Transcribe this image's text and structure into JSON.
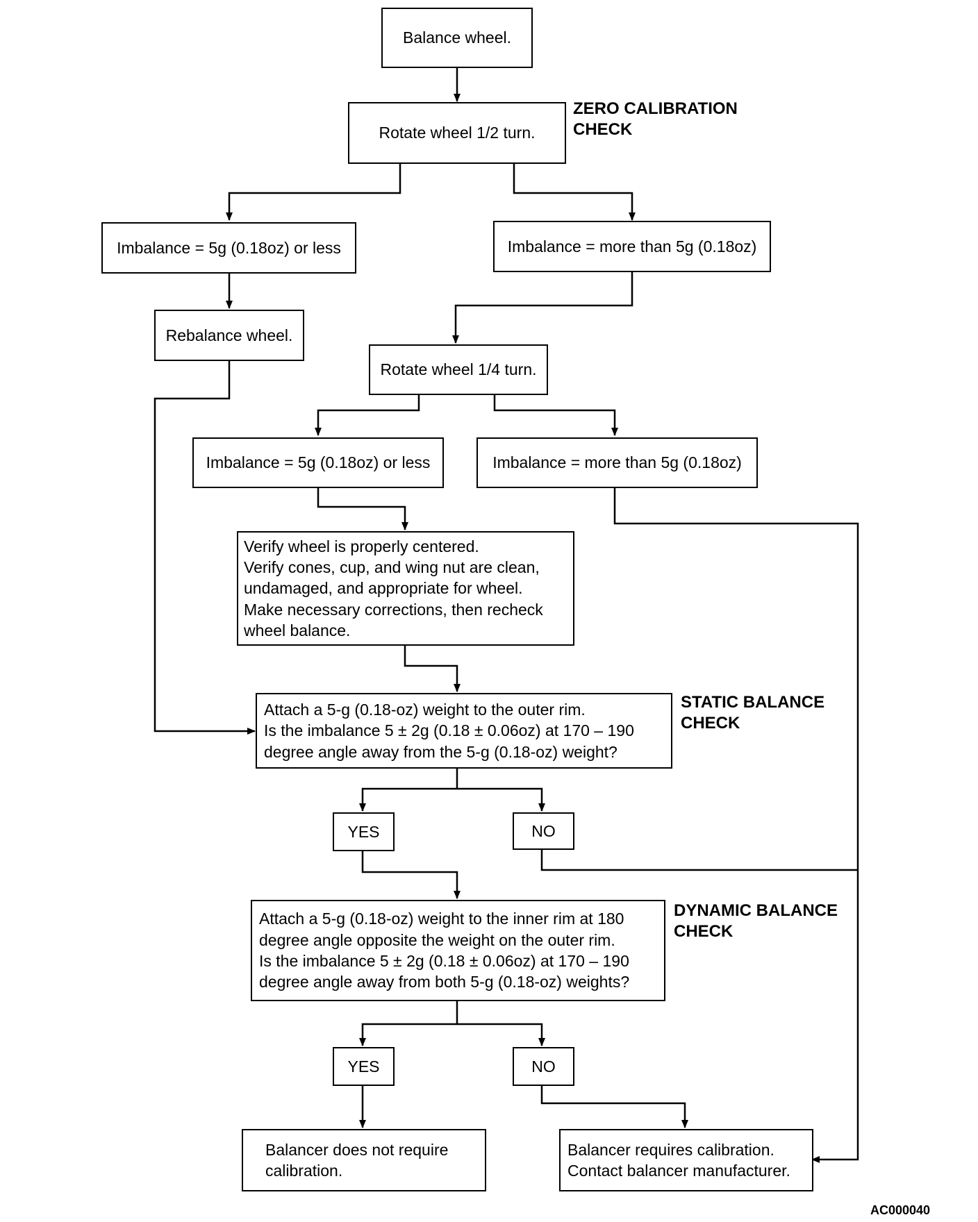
{
  "flowchart": {
    "nodes": {
      "balance_wheel": "Balance wheel.",
      "rotate_half": "Rotate wheel 1/2 turn.",
      "imb_less_1": "Imbalance = 5g (0.18oz) or less",
      "imb_more_1": "Imbalance = more than 5g (0.18oz)",
      "rebalance": "Rebalance wheel.",
      "rotate_quarter": "Rotate wheel 1/4 turn.",
      "imb_less_2": "Imbalance = 5g (0.18oz) or less",
      "imb_more_2": "Imbalance = more than 5g (0.18oz)",
      "verify": "Verify wheel is properly centered.\nVerify cones, cup, and wing nut are clean,\nundamaged, and appropriate for wheel.\nMake necessary corrections, then recheck\nwheel balance.",
      "static_check": "Attach a 5-g (0.18-oz) weight to the outer rim.\nIs the imbalance 5 ± 2g (0.18 ± 0.06oz) at 170 – 190\ndegree angle away from the 5-g (0.18-oz) weight?",
      "yes_1": "YES",
      "no_1": "NO",
      "dynamic_check": "Attach a 5-g (0.18-oz) weight to the inner rim at 180\ndegree angle opposite the weight on the outer rim.\nIs the imbalance 5 ± 2g (0.18 ± 0.06oz) at 170 – 190\ndegree angle away from both 5-g (0.18-oz) weights?",
      "yes_2": "YES",
      "no_2": "NO",
      "no_calibration": "Balancer does not require\ncalibration.",
      "calibration": "Balancer requires calibration.\nContact balancer manufacturer."
    },
    "sections": {
      "zero": "ZERO CALIBRATION\nCHECK",
      "static": "STATIC BALANCE\nCHECK",
      "dynamic": "DYNAMIC BALANCE\nCHECK"
    },
    "figure_code": "AC000040"
  }
}
